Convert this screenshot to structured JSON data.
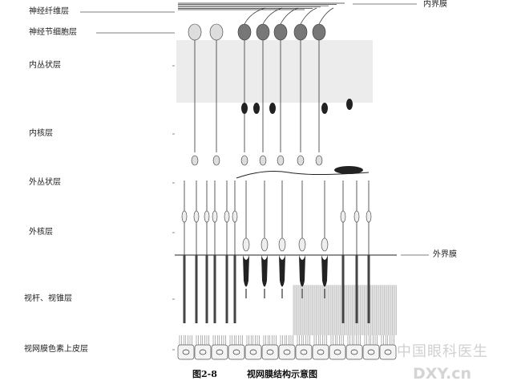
{
  "left_labels": [
    "神经纤维层",
    "神经节细胞层",
    "内丛状层",
    "内核层",
    "外丛状层",
    "外核层",
    "视杆、视锥层",
    "视网膜色素上皮层"
  ],
  "right_labels": [
    "内界膜",
    "外界膜"
  ],
  "caption": {
    "figure_number": "图2-8",
    "title": "视网膜结构示意图"
  },
  "watermark": {
    "text": "中国眼科医生",
    "site": "DXY.cn"
  }
}
